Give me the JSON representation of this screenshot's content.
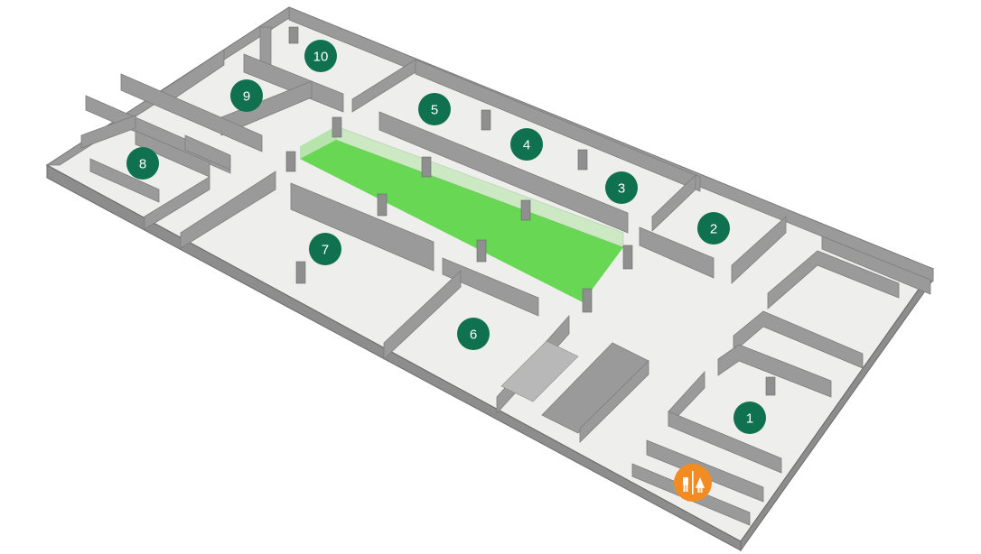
{
  "colors": {
    "room_marker": "#0f7150",
    "highlight": "#4fd23a",
    "restroom_badge": "#f28c22",
    "wall": "#9a9a9a",
    "floor": "#eeeeec"
  },
  "rooms": [
    {
      "label": "1"
    },
    {
      "label": "2"
    },
    {
      "label": "3"
    },
    {
      "label": "4"
    },
    {
      "label": "5"
    },
    {
      "label": "6"
    },
    {
      "label": "7"
    },
    {
      "label": "8"
    },
    {
      "label": "9"
    },
    {
      "label": "10"
    }
  ],
  "highlighted_area": {
    "color_name": "green"
  },
  "amenities": [
    {
      "type": "restroom",
      "icon": "restroom-icon"
    }
  ]
}
